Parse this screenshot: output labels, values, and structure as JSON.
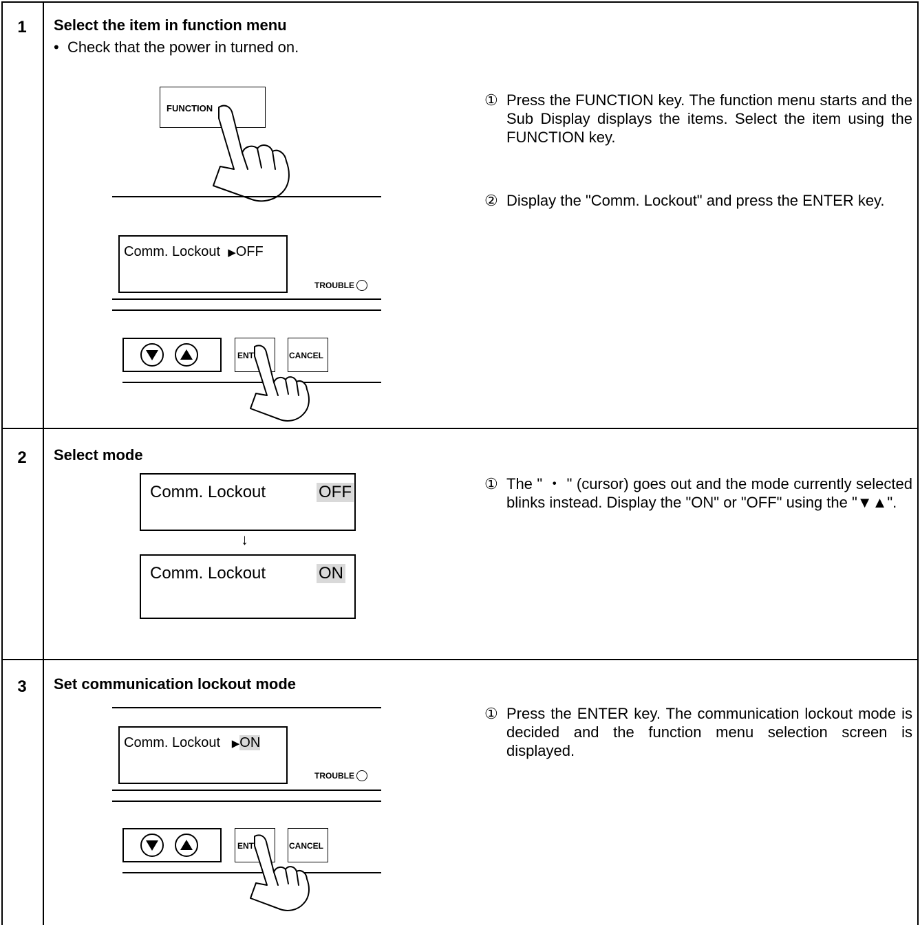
{
  "steps": [
    {
      "number": "1",
      "title": "Select the item in function menu",
      "bullet": "Check that the power in turned on.",
      "function_key": "FUNCTION",
      "display": {
        "line": "Comm. Lockout",
        "cursor": "▶",
        "value": "OFF",
        "trouble_label": "TROUBLE"
      },
      "keys": {
        "enter": "ENTER",
        "cancel": "CANCEL"
      },
      "instructions": [
        {
          "mark": "①",
          "text": "Press the FUNCTION key.  The function menu starts and the Sub Display displays the items.  Select the item using the FUNCTION key."
        },
        {
          "mark": "②",
          "text": "Display the \"Comm. Lockout\" and press the ENTER key."
        }
      ]
    },
    {
      "number": "2",
      "title": "Select mode",
      "display_before": {
        "line": "Comm. Lockout",
        "value": "OFF"
      },
      "arrow": "↓",
      "display_after": {
        "line": "Comm. Lockout",
        "value": "ON"
      },
      "instructions": [
        {
          "mark": "①",
          "text": "The \" ・ \" (cursor) goes out and the mode currently selected blinks instead.  Display the \"ON\" or \"OFF\" using the \"▼▲\"."
        }
      ]
    },
    {
      "number": "3",
      "title": "Set communication lockout mode",
      "display": {
        "line": "Comm. Lockout",
        "cursor": "▶",
        "value": "ON",
        "trouble_label": "TROUBLE"
      },
      "keys": {
        "enter": "ENTER",
        "cancel": "CANCEL"
      },
      "instructions": [
        {
          "mark": "①",
          "text": "Press the ENTER key.  The communication lockout mode is decided and the function menu selection screen is displayed."
        }
      ]
    }
  ],
  "icons": [
    "finger-press-icon",
    "down-triangle-icon",
    "up-triangle-icon",
    "led-circle-icon"
  ]
}
